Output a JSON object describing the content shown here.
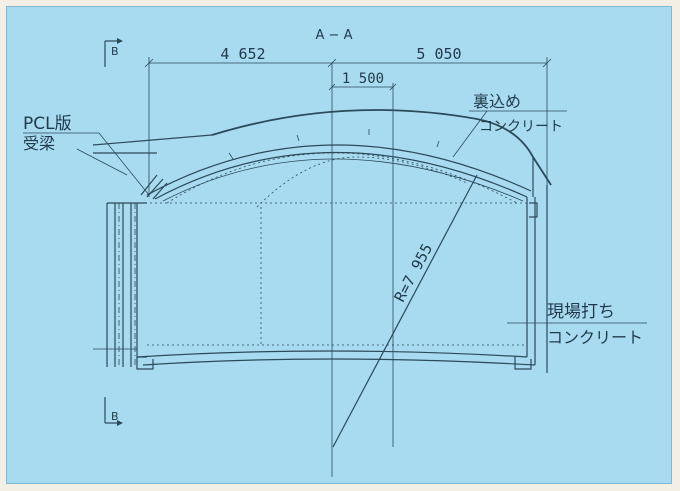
{
  "section_title": "A − A",
  "section_marker_top": "B",
  "section_marker_bottom": "B",
  "dimensions": {
    "left_span": "4 652",
    "right_span": "5 050",
    "center_span": "1 500",
    "radius": "R=7 955"
  },
  "labels": {
    "pcl_slab": "PCL版",
    "support_beam": "受梁",
    "backfill": "裏込め",
    "backfill_concrete": "コンクリート",
    "cast_in_place": "現場打ち",
    "cast_in_place_concrete": "コンクリート"
  },
  "colors": {
    "background": "#a8dbf0",
    "line": "#2b4a5a"
  }
}
